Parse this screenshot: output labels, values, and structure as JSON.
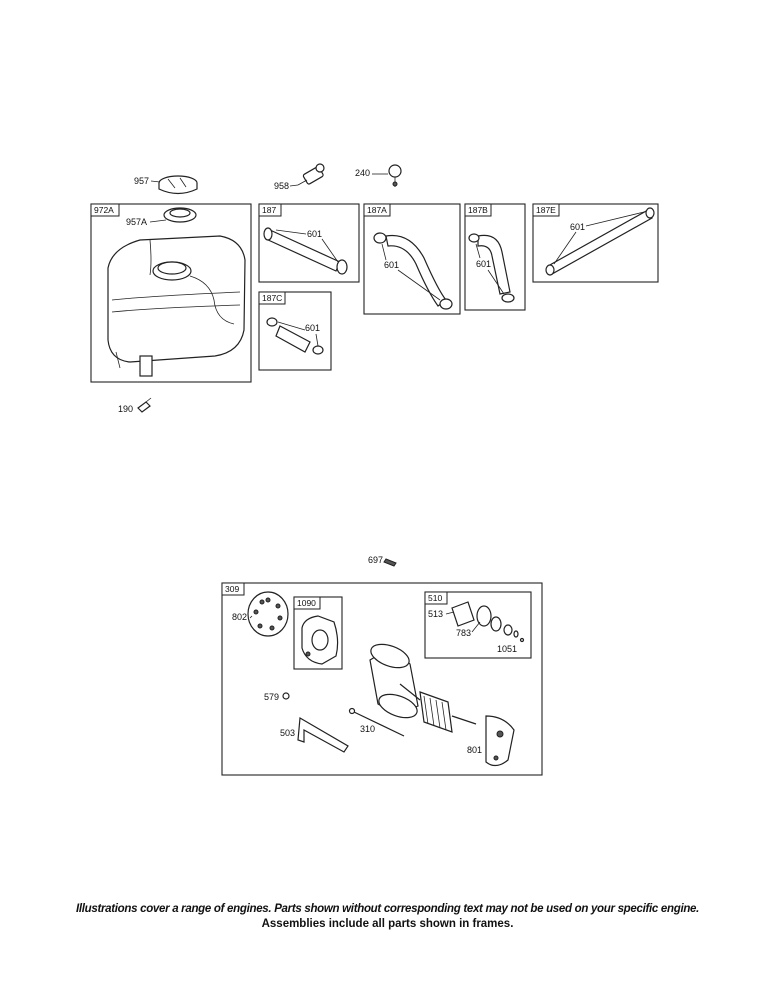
{
  "parts": {
    "p957": "957",
    "p958": "958",
    "p240": "240",
    "p957A": "957A",
    "p190": "190",
    "p697": "697",
    "p802": "802",
    "p579": "579",
    "p503": "503",
    "p310": "310",
    "p513": "513",
    "p783": "783",
    "p1051": "1051",
    "p801": "801",
    "p601a": "601",
    "p601b": "601",
    "p601c": "601",
    "p601d": "601",
    "p601e": "601"
  },
  "frames": {
    "f972A": "972A",
    "f187": "187",
    "f187A": "187A",
    "f187B": "187B",
    "f187E": "187E",
    "f187C": "187C",
    "f309": "309",
    "f1090": "1090",
    "f510": "510"
  },
  "footer": {
    "line1": "Illustrations cover a range of engines. Parts shown without corresponding text may not be used on your specific engine.",
    "line2": "Assemblies include all parts shown in frames."
  }
}
